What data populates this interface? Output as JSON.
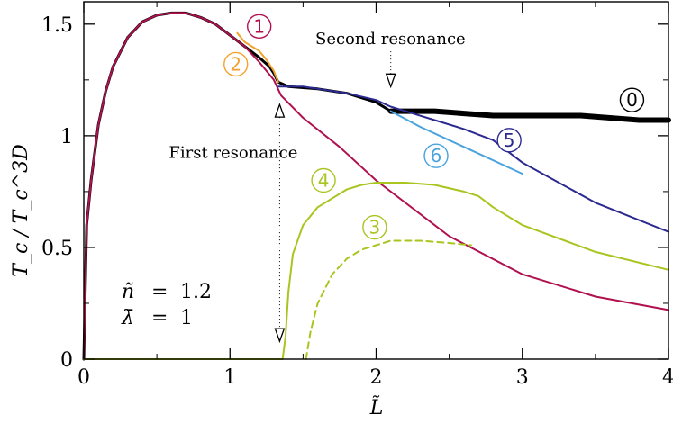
{
  "chart_data": {
    "type": "line",
    "xlabel": "L̃",
    "ylabel": "T_c / T_c^3D",
    "xlim": [
      0,
      4
    ],
    "ylim": [
      0,
      1.6
    ],
    "xticks": [
      0,
      1,
      2,
      3,
      4
    ],
    "yticks": [
      0,
      0.5,
      1,
      1.5
    ],
    "xtick_labels": [
      "0",
      "1",
      "2",
      "3",
      "4"
    ],
    "ytick_labels": [
      "0",
      "0.5",
      "1",
      "1.5"
    ],
    "params": {
      "n_label": "ñ",
      "n_value": "1.2",
      "lambda_label": "λ̄",
      "lambda_value": "1",
      "eq": "="
    },
    "annotations": [
      {
        "text": "First resonance",
        "x": 1.34,
        "y_text": 0.9,
        "arrow_up_y": 1.14,
        "arrow_down_y": 0.08
      },
      {
        "text": "Second resonance",
        "x": 2.1,
        "y_text": 1.41,
        "arrow_down_y": 1.22
      }
    ],
    "series": [
      {
        "label": "0",
        "color": "#000000",
        "width": 6,
        "dash": "",
        "x": [
          2.1,
          2.2,
          2.4,
          2.6,
          2.8,
          3.0,
          3.2,
          3.4,
          3.6,
          3.8,
          4.0
        ],
        "y": [
          1.11,
          1.11,
          1.11,
          1.1,
          1.09,
          1.09,
          1.09,
          1.09,
          1.08,
          1.07,
          1.07
        ]
      },
      {
        "label": "0",
        "color": "#000000",
        "width": 3,
        "dash": "",
        "x": [
          0,
          0.02,
          0.05,
          0.1,
          0.15,
          0.2,
          0.3,
          0.4,
          0.5,
          0.6,
          0.7,
          0.8,
          0.9,
          1.0,
          1.1,
          1.2,
          1.27,
          1.3,
          1.33,
          1.4,
          1.6,
          1.8,
          2.0,
          2.1
        ],
        "y": [
          0,
          0.6,
          0.8,
          1.05,
          1.2,
          1.31,
          1.44,
          1.51,
          1.54,
          1.55,
          1.55,
          1.53,
          1.5,
          1.45,
          1.4,
          1.35,
          1.31,
          1.28,
          1.24,
          1.22,
          1.21,
          1.19,
          1.15,
          1.11
        ]
      },
      {
        "label": "1",
        "color": "#b0104e",
        "width": 2,
        "dash": "",
        "x": [
          0,
          0.02,
          0.05,
          0.1,
          0.15,
          0.2,
          0.3,
          0.4,
          0.5,
          0.6,
          0.7,
          0.8,
          0.9,
          1.0,
          1.1,
          1.2,
          1.3,
          1.35,
          1.5,
          1.75,
          2.0,
          2.5,
          3.0,
          3.5,
          4.0
        ],
        "y": [
          0,
          0.6,
          0.8,
          1.05,
          1.2,
          1.31,
          1.44,
          1.51,
          1.54,
          1.55,
          1.55,
          1.53,
          1.5,
          1.45,
          1.4,
          1.33,
          1.25,
          1.18,
          1.08,
          0.95,
          0.8,
          0.55,
          0.38,
          0.28,
          0.22
        ]
      },
      {
        "label": "2",
        "color": "#f2a22f",
        "width": 2,
        "dash": "",
        "x": [
          1.05,
          1.1,
          1.2,
          1.25,
          1.3,
          1.33
        ],
        "y": [
          1.46,
          1.42,
          1.38,
          1.34,
          1.29,
          1.24
        ]
      },
      {
        "label": "3",
        "color": "#a8c520",
        "width": 2,
        "dash": "7,5",
        "x": [
          1.52,
          1.55,
          1.6,
          1.7,
          1.8,
          1.9,
          2.0,
          2.1,
          2.3,
          2.5,
          2.65
        ],
        "y": [
          0,
          0.12,
          0.25,
          0.38,
          0.45,
          0.49,
          0.51,
          0.53,
          0.53,
          0.52,
          0.51
        ]
      },
      {
        "label": "4",
        "color": "#a8c520",
        "width": 2,
        "dash": "",
        "x": [
          0,
          1.0,
          1.36,
          1.38,
          1.4,
          1.43,
          1.5,
          1.6,
          1.8,
          1.9,
          2.0,
          2.2,
          2.4,
          2.6,
          2.7,
          2.8,
          3.0,
          3.5,
          4.0
        ],
        "y": [
          0,
          0,
          0,
          0.1,
          0.3,
          0.47,
          0.6,
          0.68,
          0.76,
          0.78,
          0.79,
          0.79,
          0.78,
          0.75,
          0.73,
          0.68,
          0.6,
          0.48,
          0.4
        ]
      },
      {
        "label": "5",
        "color": "#2c2a8f",
        "width": 2,
        "dash": "",
        "x": [
          1.33,
          1.5,
          1.8,
          2.0,
          2.1,
          2.4,
          2.6,
          2.8,
          3.0,
          3.5,
          4.0
        ],
        "y": [
          1.22,
          1.22,
          1.19,
          1.16,
          1.13,
          1.07,
          1.03,
          0.98,
          0.88,
          0.7,
          0.57
        ]
      },
      {
        "label": "6",
        "color": "#4aa3df",
        "width": 2,
        "dash": "",
        "x": [
          2.1,
          2.3,
          2.5,
          2.7,
          2.9,
          3.0
        ],
        "y": [
          1.11,
          1.04,
          0.98,
          0.92,
          0.86,
          0.83
        ]
      }
    ],
    "badges": [
      {
        "text": "0",
        "x": 3.75,
        "y": 1.16,
        "color": "#000000"
      },
      {
        "text": "1",
        "x": 1.2,
        "y": 1.49,
        "color": "#b0104e"
      },
      {
        "text": "2",
        "x": 1.04,
        "y": 1.32,
        "color": "#f2a22f"
      },
      {
        "text": "3",
        "x": 1.99,
        "y": 0.59,
        "color": "#a8c520"
      },
      {
        "text": "4",
        "x": 1.64,
        "y": 0.8,
        "color": "#a8c520"
      },
      {
        "text": "5",
        "x": 2.91,
        "y": 0.98,
        "color": "#2c2a8f"
      },
      {
        "text": "6",
        "x": 2.41,
        "y": 0.91,
        "color": "#4aa3df"
      }
    ]
  }
}
